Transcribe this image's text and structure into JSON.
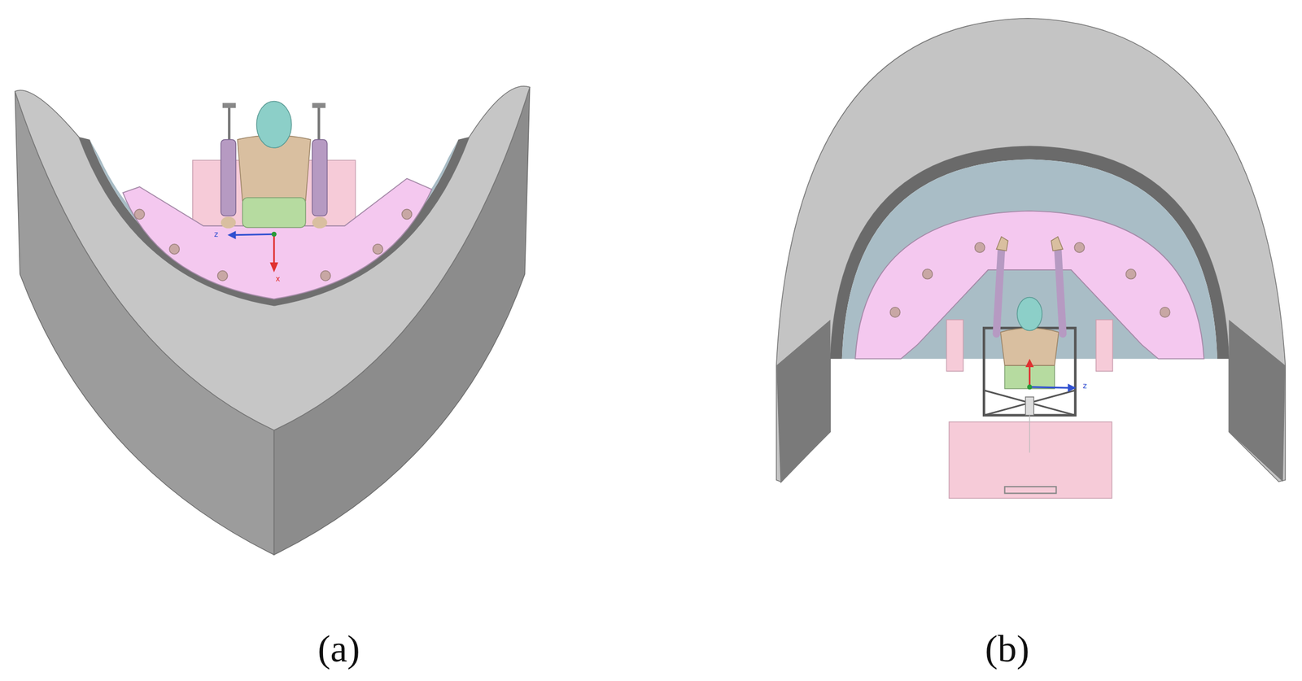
{
  "diagram": {
    "labels": [
      "(a)",
      "(b)",
      "z",
      "x",
      "z"
    ]
  }
}
